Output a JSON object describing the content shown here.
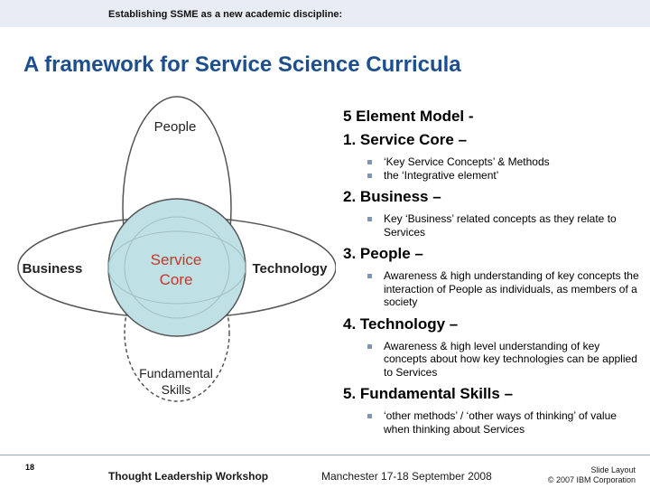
{
  "header": {
    "subtitle": "Establishing SSME as a new academic discipline:",
    "title": "A framework for Service Science Curricula"
  },
  "diagram": {
    "labels": {
      "people": "People",
      "business": "Business",
      "technology": "Technology",
      "fundamental_1": "Fundamental",
      "fundamental_2": "Skills",
      "core_1": "Service",
      "core_2": "Core"
    },
    "colors": {
      "core_fill": "#bfe0e4",
      "core_text": "#c0392b",
      "outline": "#555555"
    }
  },
  "model": {
    "heading": "5 Element Model -",
    "elements": [
      {
        "num": "1.",
        "name": "Service Core",
        "dash": "–",
        "bullets": [
          "‘Key Service Concepts’ & Methods",
          "the ‘Integrative element’"
        ]
      },
      {
        "num": "2.",
        "name": "Business",
        "dash": "–",
        "bullets": [
          "Key ‘Business’ related concepts as they relate to Services"
        ]
      },
      {
        "num": "3.",
        "name": "People",
        "dash": "–",
        "bullets": [
          "Awareness & high understanding of key concepts the interaction of People as individuals, as members of a society"
        ]
      },
      {
        "num": "4.",
        "name": "Technology",
        "dash": "–",
        "bullets": [
          "Awareness & high level understanding of key concepts about how key technologies can be applied  to Services"
        ]
      },
      {
        "num": "5.",
        "name": "Fundamental Skills",
        "dash": "–",
        "bullets": [
          "‘other methods’ / ‘other ways of thinking’ of value when thinking about Services"
        ]
      }
    ]
  },
  "footer": {
    "page_number": "18",
    "workshop": "Thought Leadership Workshop",
    "date": "Manchester 17-18 September 2008",
    "layout_label": "Slide Layout",
    "copyright": "© 2007 IBM Corporation"
  }
}
